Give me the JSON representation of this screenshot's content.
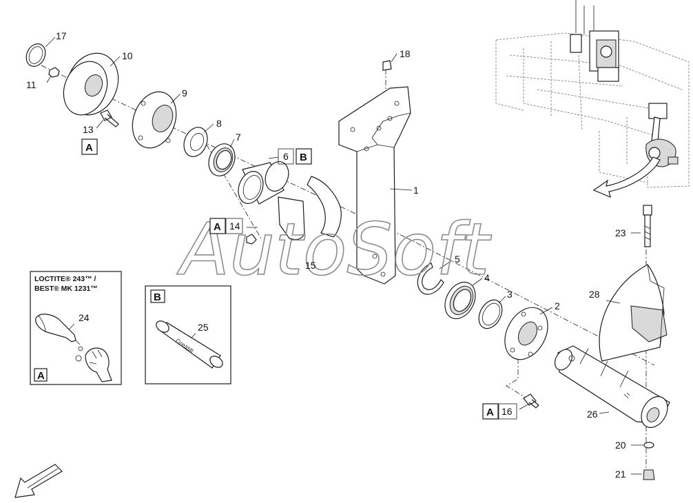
{
  "watermark": "AutoSoft",
  "ref_boxes": {
    "a": "A",
    "b": "B"
  },
  "callouts": {
    "c1": "1",
    "c2": "2",
    "c3": "3",
    "c4": "4",
    "c5": "5",
    "c6": "6",
    "c7": "7",
    "c8": "8",
    "c9": "9",
    "c10": "10",
    "c11": "11",
    "c13": "13",
    "c14": "14",
    "c15": "15",
    "c16": "16",
    "c17": "17",
    "c18": "18",
    "c20": "20",
    "c21": "21",
    "c23": "23",
    "c24": "24",
    "c25": "25",
    "c26": "26",
    "c28": "28"
  },
  "inset_a": {
    "title_line1": "LOCTITE® 243™ /",
    "title_line2": "BEST® MK 1231™",
    "part": "24",
    "ref": "A"
  },
  "inset_b": {
    "ref": "B",
    "part": "25",
    "pin_text": "Grease"
  },
  "icons": {
    "direction": "direction-arrow-icon"
  }
}
